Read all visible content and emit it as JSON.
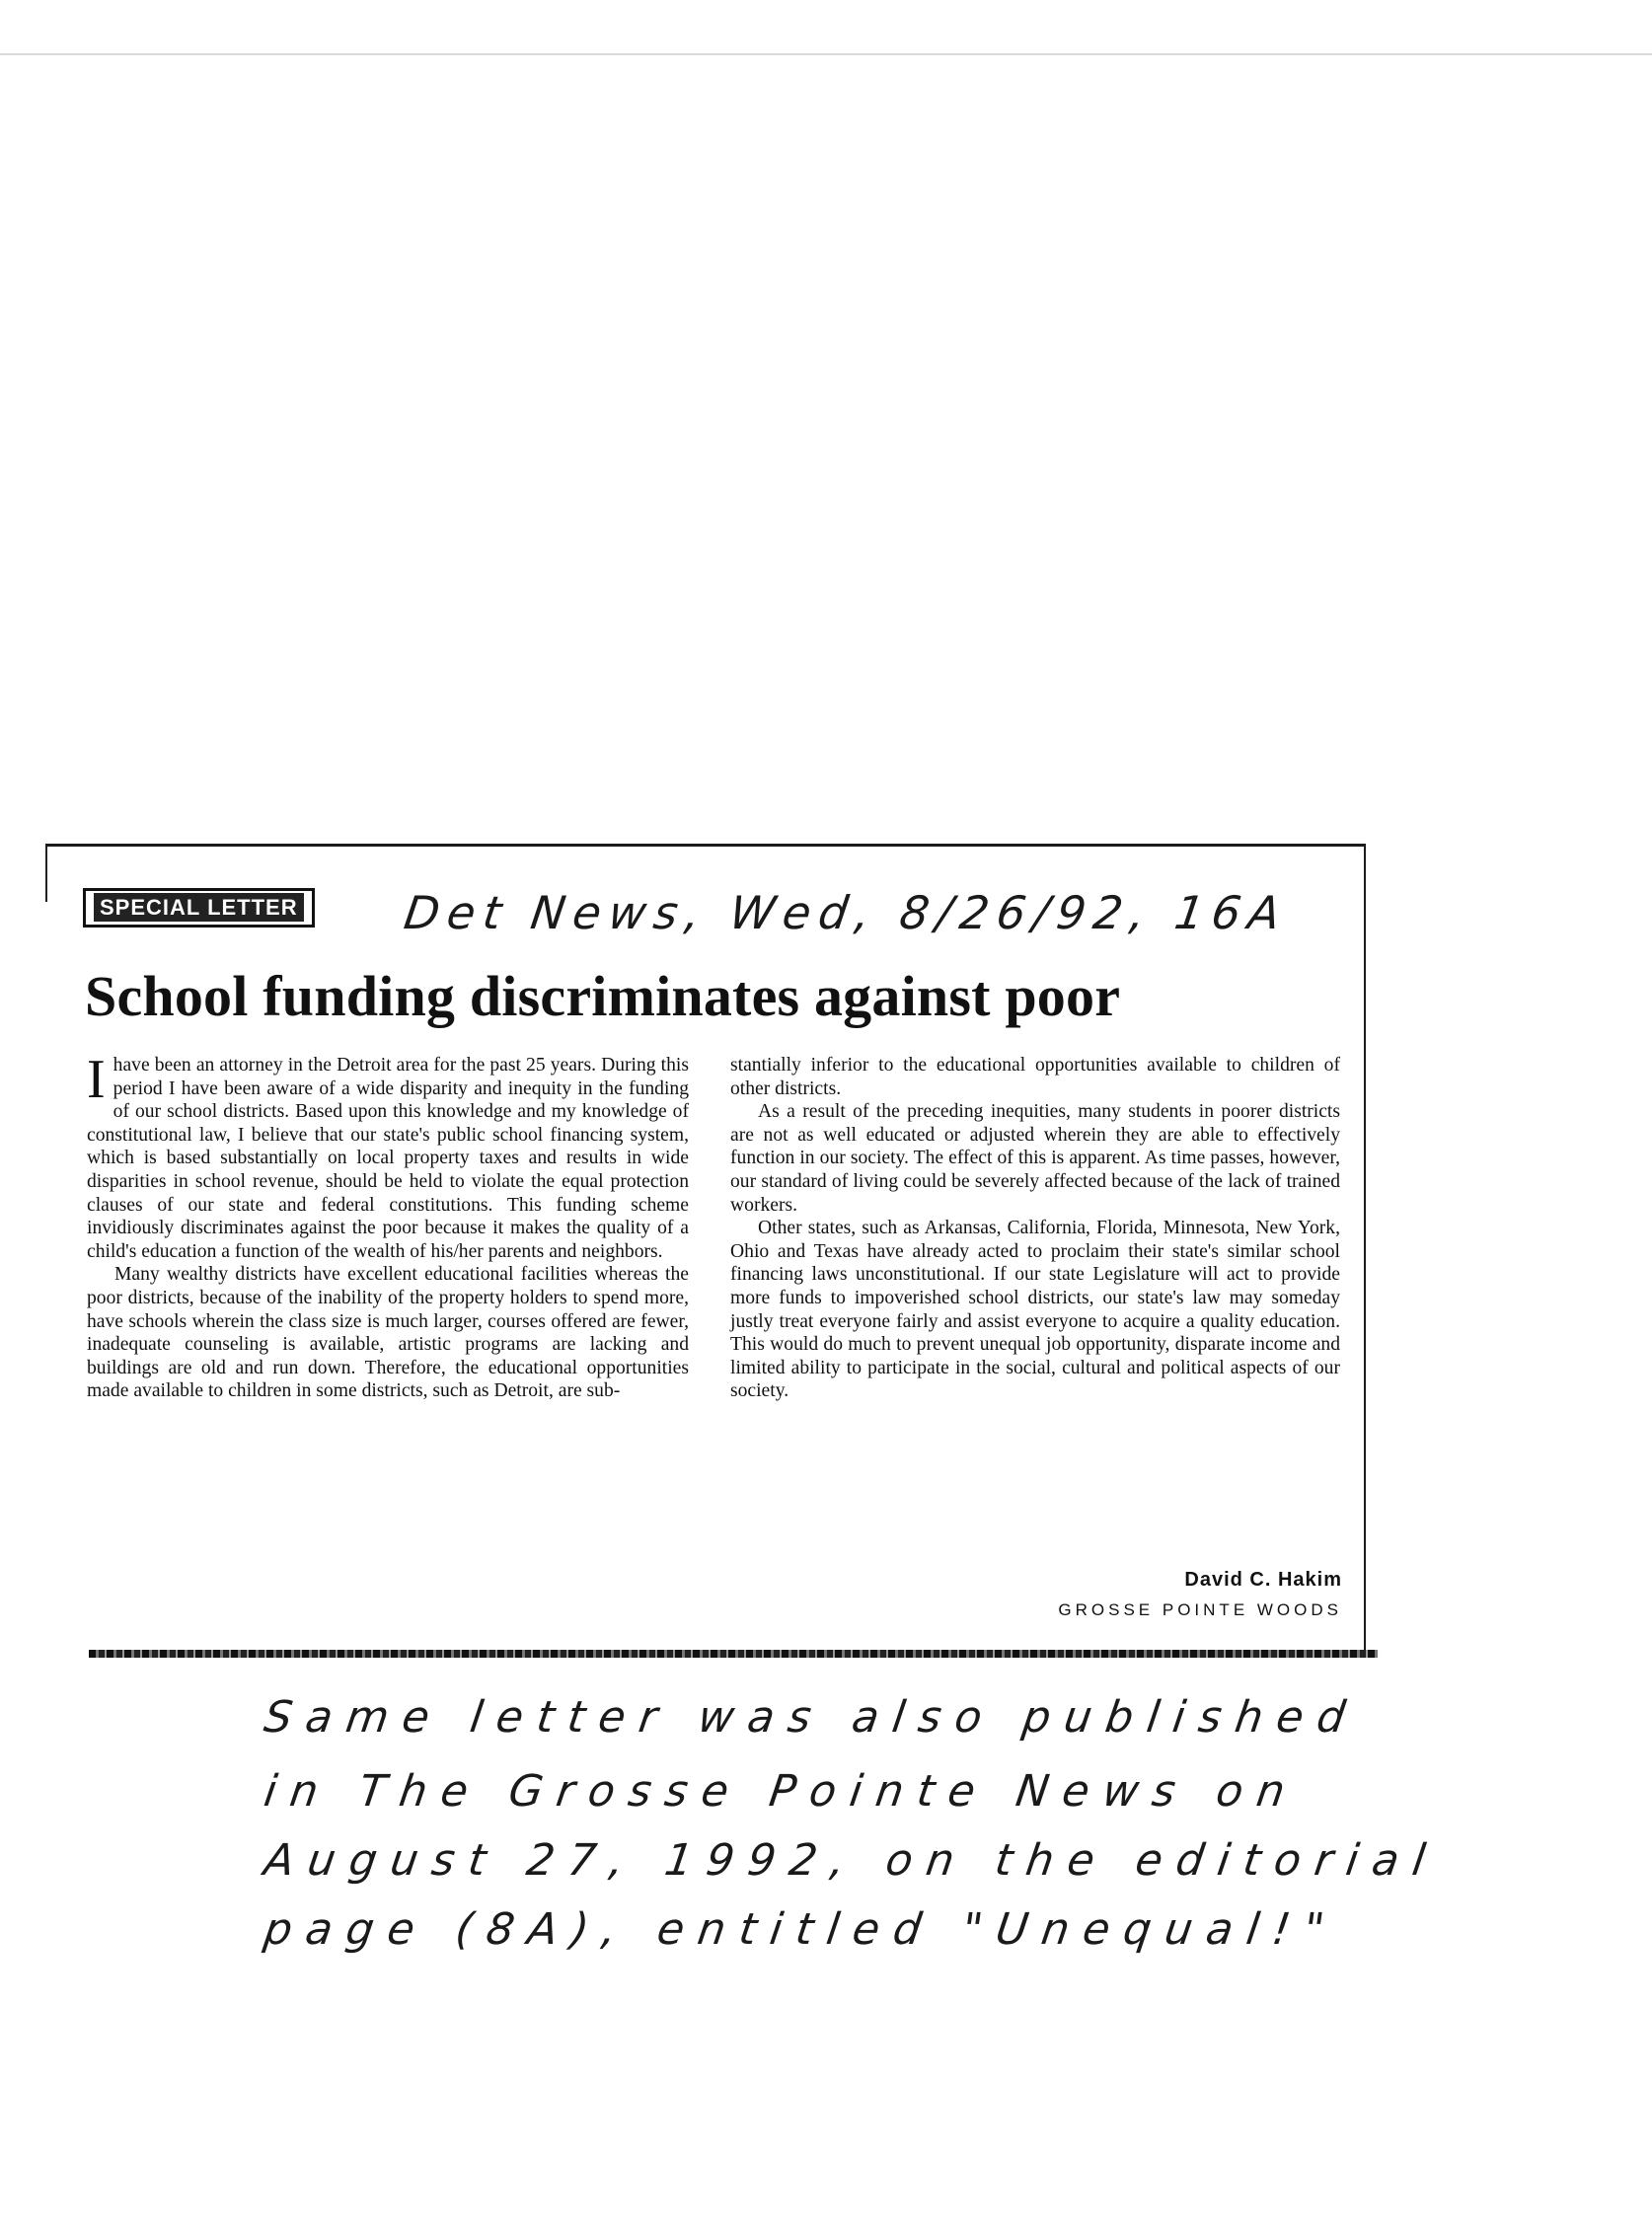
{
  "clipping": {
    "section_label": "SPECIAL LETTER",
    "handwritten_source": "Det News, Wed, 8/26/92, 16A",
    "headline": "School funding discriminates against poor",
    "dropcap": "I",
    "left_column": [
      " have been an attorney in the Detroit area for the past 25 years. During this period I have been aware of a wide disparity and inequity in the funding of our school districts. Based upon this knowledge and my knowledge of constitutional law, I believe that our state's public school financing system, which is based substantially on local property taxes and results in wide disparities in school revenue, should be held to violate the equal protection clauses of our state and federal constitutions. This funding scheme invidiously discriminates against the poor because it makes the quality of a child's education a function of the wealth of his/her parents and neighbors.",
      "Many wealthy districts have excellent educational facilities whereas the poor districts, because of the inability of the property holders to spend more, have schools wherein the class size is much larger, courses offered are fewer, inadequate counseling is available, artistic programs are lacking and buildings are old and run down. Therefore, the educational opportunities made available to children in some districts, such as Detroit, are sub-"
    ],
    "right_column": [
      "stantially inferior to the educational opportunities available to children of other districts.",
      "As a result of the preceding inequities, many students in poorer districts are not as well educated or adjusted wherein they are able to effectively function in our society. The effect of this is apparent. As time passes, however, our standard of living could be severely affected because of the lack of trained workers.",
      "Other states, such as Arkansas, California, Florida, Minnesota, New York, Ohio and Texas have already acted to proclaim their state's similar school financing laws unconstitutional. If our state Legislature will act to provide more funds to impoverished school districts, our state's law may someday justly treat everyone fairly and assist everyone to acquire a quality education. This would do much to prevent unequal job opportunity, disparate income and limited ability to participate in the social, cultural and political aspects of our society."
    ],
    "signature_name": "David C. Hakim",
    "signature_city": "GROSSE POINTE WOODS"
  },
  "handwritten_note": [
    "Same letter was also published",
    "in The Grosse Pointe News on",
    "August 27, 1992, on the editorial",
    "page (8A), entitled \"Unequal!\""
  ]
}
